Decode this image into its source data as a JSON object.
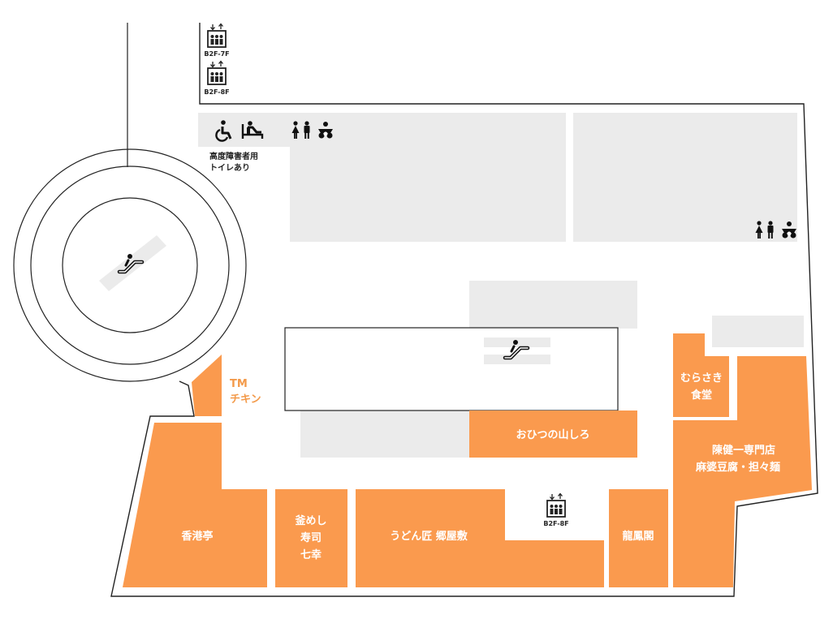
{
  "colors": {
    "shop": "#fa9a4e",
    "block": "#ebebeb",
    "outline": "#222222",
    "accent_text": "#f39a4a"
  },
  "elevators": [
    {
      "label": "B2F-7F",
      "icon": "elevator-icon"
    },
    {
      "label": "B2F-8F",
      "icon": "elevator-icon"
    },
    {
      "label": "B2F-8F",
      "icon": "elevator-icon"
    }
  ],
  "facilities": {
    "accessible_note_line1": "高度障害者用",
    "accessible_note_line2": "トイレあり",
    "icons": [
      "wheelchair-icon",
      "ostomate-icon",
      "restroom-icon",
      "baby-changing-icon"
    ]
  },
  "shops": {
    "tm_chicken": {
      "line1": "TM",
      "line2": "チキン"
    },
    "ohitsu": "おひつの山しろ",
    "murasaki": {
      "line1": "むらさき",
      "line2": "食堂"
    },
    "chinkenichi": {
      "line1": "陳健一専門店",
      "line2": "麻婆豆腐・担々麺"
    },
    "koukoutei": "香港亭",
    "kamameshi": {
      "line1": "釜めし",
      "line2": "寿司",
      "line3": "七幸"
    },
    "udon": "うどん匠 郷屋敷",
    "ryuhokaku": "龍鳳閣"
  }
}
